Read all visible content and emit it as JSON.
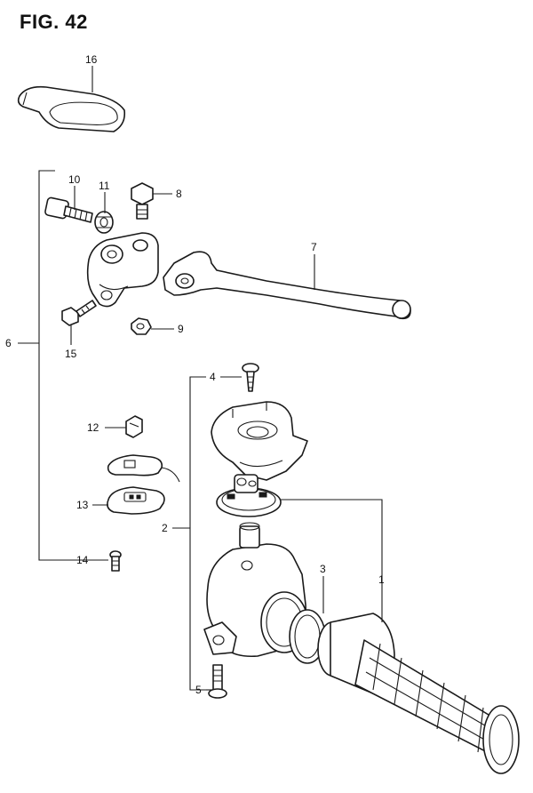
{
  "figure": {
    "title": "FIG. 42"
  },
  "callouts": [
    {
      "id": "16",
      "label": "16"
    },
    {
      "id": "10",
      "label": "10"
    },
    {
      "id": "11",
      "label": "11"
    },
    {
      "id": "8",
      "label": "8"
    },
    {
      "id": "7",
      "label": "7"
    },
    {
      "id": "6",
      "label": "6"
    },
    {
      "id": "15",
      "label": "15"
    },
    {
      "id": "9",
      "label": "9"
    },
    {
      "id": "4",
      "label": "4"
    },
    {
      "id": "12",
      "label": "12"
    },
    {
      "id": "13",
      "label": "13"
    },
    {
      "id": "2",
      "label": "2"
    },
    {
      "id": "14",
      "label": "14"
    },
    {
      "id": "3",
      "label": "3"
    },
    {
      "id": "1",
      "label": "1"
    },
    {
      "id": "5",
      "label": "5"
    }
  ]
}
